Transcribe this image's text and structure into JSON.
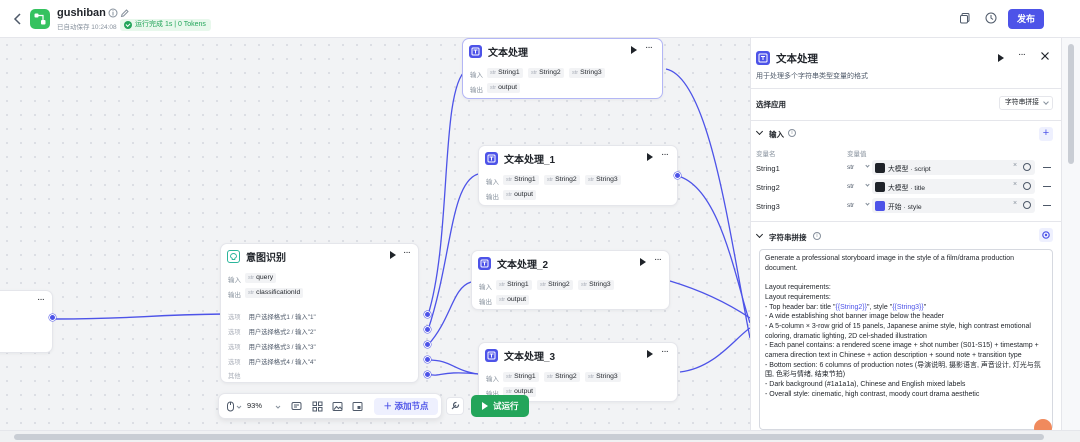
{
  "header": {
    "app_name": "gushiban",
    "saved_text": "已自动保存 10:24:08",
    "run_status": "运行完成 1s | 0 Tokens",
    "publish_label": "发布"
  },
  "canvas": {
    "nodes": {
      "text0": {
        "title": "文本处理",
        "input_label": "输入",
        "output_label": "输出",
        "inputs": [
          "String1",
          "String2",
          "String3"
        ],
        "output": "output",
        "type_tag": "str"
      },
      "text1": {
        "title": "文本处理_1",
        "input_label": "输入",
        "output_label": "输出",
        "inputs": [
          "String1",
          "String2",
          "String3"
        ],
        "output": "output",
        "type_tag": "str"
      },
      "text2": {
        "title": "文本处理_2",
        "input_label": "输入",
        "output_label": "输出",
        "inputs": [
          "String1",
          "String2",
          "String3"
        ],
        "output": "output",
        "type_tag": "str"
      },
      "text3": {
        "title": "文本处理_3",
        "input_label": "输入",
        "output_label": "输出",
        "inputs": [
          "String1",
          "String2",
          "String3"
        ],
        "output": "output",
        "type_tag": "str"
      },
      "intent": {
        "title": "意图识别",
        "input_label": "输入",
        "output_label": "输出",
        "input": "query",
        "output": "classificationId",
        "type_tag": "str",
        "option_prefix": "选项",
        "options": [
          "用户选择格式1 / 输入\"1\"",
          "用户选择格式2 / 输入\"2\"",
          "用户选择格式3 / 输入\"3\"",
          "用户选择格式4 / 输入\"4\""
        ],
        "other_label": "其他"
      }
    },
    "toolbar": {
      "zoom": "93%",
      "add_node_label": "添加节点",
      "trial_run_label": "试运行"
    }
  },
  "panel": {
    "title": "文本处理",
    "description": "用于处理多个字符串类型变量的格式",
    "app_select_label": "选择应用",
    "app_select_value": "字符串拼接",
    "input_section": "输入",
    "col_var_name": "变量名",
    "col_var_value": "变量值",
    "variables": [
      {
        "name": "String1",
        "type": "str",
        "ref": "大模型 · script"
      },
      {
        "name": "String2",
        "type": "str",
        "ref": "大模型 · title"
      },
      {
        "name": "String3",
        "type": "str",
        "ref": "开始 · style"
      }
    ],
    "concat_section": "字符串拼接",
    "text": {
      "l1": "Generate a professional storyboard image in the style of a film/drama production document.",
      "l2": "Layout requirements:",
      "l3": "Layout requirements:",
      "l4a": "- Top header bar: title \"",
      "l4v1": "{{String2}}",
      "l4b": "\", style \"",
      "l4v2": "{{String3}}",
      "l4c": "\"",
      "l5": "- A wide establishing shot banner image below the header",
      "l6": "- A 5-column × 3-row grid of 15 panels, Japanese anime style, high contrast emotional coloring, dramatic lighting, 2D cel-shaded illustration",
      "l7": "- Each panel contains: a rendered scene image + shot number (S01-S15) + timestamp + camera direction text in Chinese + action description + sound note + transition type",
      "l8": "- Bottom section: 6 columns of production notes (导演说明, 摄影语言, 声音设计, 灯光与氛围, 色彩与情绪, 结束节拍)",
      "l9": "- Dark background (#1a1a1a), Chinese and English mixed labels",
      "l10": "- Overall style: cinematic, high contrast, moody court drama aesthetic"
    }
  }
}
